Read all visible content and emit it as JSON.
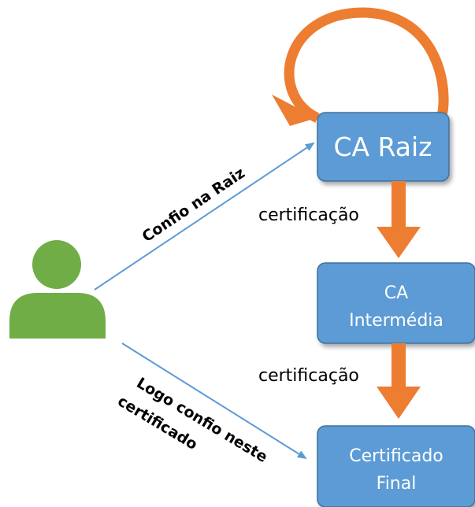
{
  "diagram": {
    "nodes": {
      "root": {
        "label": "CA Raiz"
      },
      "intermediate": {
        "line1": "CA",
        "line2": "Intermédia"
      },
      "final": {
        "line1": "Certificado",
        "line2": "Final"
      }
    },
    "edges": {
      "root_to_intermediate": {
        "label": "certificação"
      },
      "intermediate_to_final": {
        "label": "certificação"
      },
      "user_to_root": {
        "label": "Confio na Raiz"
      },
      "user_to_final": {
        "line1": "Logo confio neste",
        "line2": "certificado"
      }
    },
    "actor": {
      "icon": "user-icon"
    },
    "colors": {
      "box_fill": "#5b9bd5",
      "box_stroke": "#41719c",
      "arrow_orange": "#ed7d31",
      "user_green": "#70ad47",
      "line_blue": "#5b9bd5"
    }
  }
}
